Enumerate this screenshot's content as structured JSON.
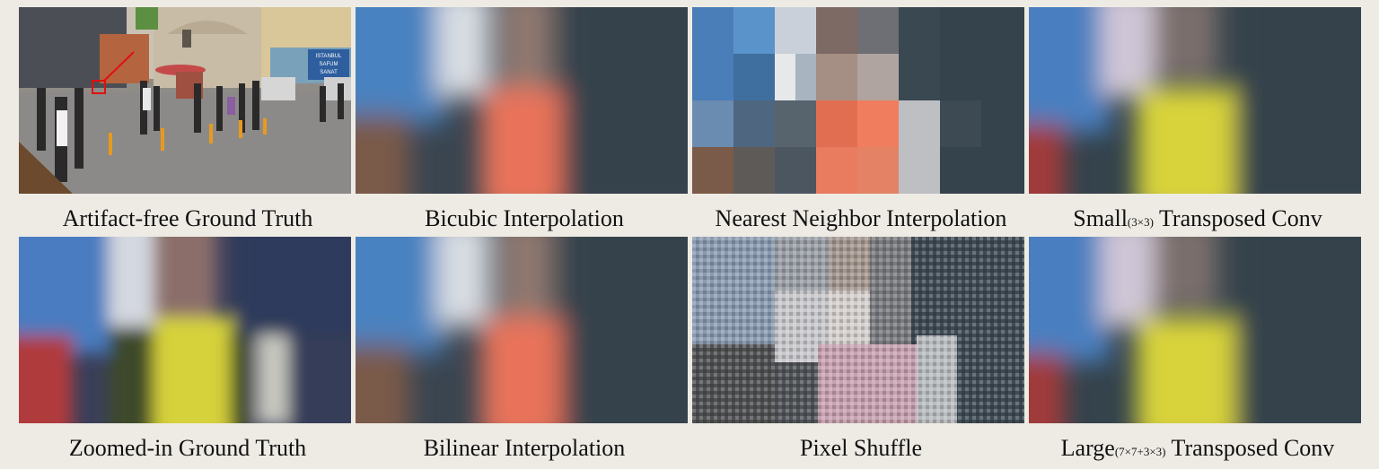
{
  "figure": {
    "panels": [
      {
        "id": "gt",
        "caption": "Artifact-free Ground Truth",
        "kind": "scene"
      },
      {
        "id": "bicubic",
        "caption": "Bicubic Interpolation",
        "kind": "blur-orange"
      },
      {
        "id": "nearest",
        "caption": "Nearest Neighbor Interpolation",
        "kind": "blocky-orange"
      },
      {
        "id": "small-tconv",
        "caption_main": "Small",
        "caption_sub": "(3×3)",
        "caption_tail": " Transposed Conv",
        "kind": "blur-yellow"
      },
      {
        "id": "zoom-gt",
        "caption": "Zoomed-in Ground Truth",
        "kind": "blur-yellow-dark"
      },
      {
        "id": "bilinear",
        "caption": "Bilinear Interpolation",
        "kind": "blur-orange"
      },
      {
        "id": "pixel-shuffle",
        "caption": "Pixel Shuffle",
        "kind": "checker"
      },
      {
        "id": "large-tconv",
        "caption_main": "Large",
        "caption_sub": "(7×7+3×3)",
        "caption_tail": " Transposed Conv",
        "kind": "blur-yellow"
      }
    ],
    "scene_signs": [
      "ISTANBUL",
      "SAFUM",
      "SANAT"
    ]
  },
  "colors": {
    "background": "#eeebe4",
    "highlight_box": "#e01010",
    "sky_blue": "#4a82c0",
    "orange": "#e8735a",
    "yellow": "#d8d33a",
    "dark_teal": "#34434c"
  }
}
